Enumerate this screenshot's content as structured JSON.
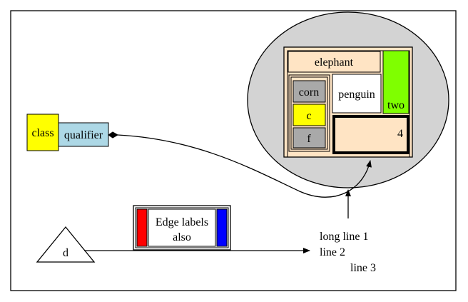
{
  "nodes": {
    "record": {
      "elephant": "elephant",
      "corn": "corn",
      "c": "c",
      "f": "f",
      "penguin": "penguin",
      "two": "two",
      "four": "4"
    },
    "class_label": "class",
    "qualifier_label": "qualifier",
    "d_label": "d",
    "edge_label": {
      "line1": "Edge labels",
      "line2": "also"
    },
    "multiline": {
      "line1": "long line 1",
      "line2": "line 2",
      "line3": "line 3"
    }
  },
  "colors": {
    "ellipse_fill": "#d3d3d3",
    "record_fill": "#ffe4c4",
    "cell_gray": "#a9a9a9",
    "yellow": "#ffff00",
    "green": "#7fff00",
    "light_blue": "#add8e6",
    "red": "#ff0000",
    "blue": "#0000ff"
  }
}
